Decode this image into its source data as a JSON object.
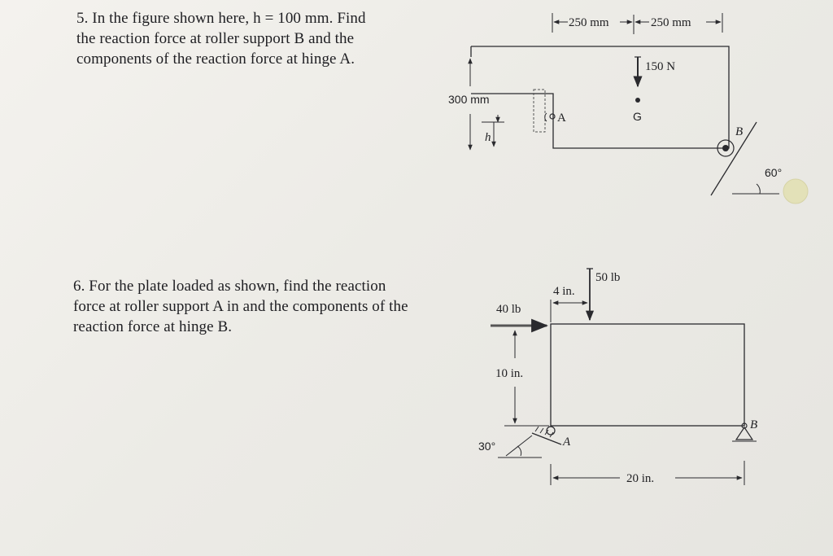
{
  "problem5": {
    "text": "5. In the figure shown here, h = 100 mm. Find\nthe reaction force at roller support B and the\ncomponents of the reaction force at hinge A.",
    "figure": {
      "dim_left": "250 mm",
      "dim_right": "250 mm",
      "load": "150 N",
      "height": "300 mm",
      "h": "h",
      "hinge": "A",
      "center": "G",
      "roller": "B",
      "angle": "60°"
    }
  },
  "problem6": {
    "text": "6. For the plate loaded as shown, find the reaction\nforce at roller support A in and the components of the\nreaction force at hinge B.",
    "figure": {
      "load_top": "50 lb",
      "offset": "4 in.",
      "load_side": "40 lb",
      "height": "10 in.",
      "angle": "30°",
      "roller": "A",
      "hinge": "B",
      "width": "20 in."
    }
  },
  "colors": {
    "ink": "#1e1e22",
    "paper": "#efeeea",
    "sticker": "#e3e1b8"
  }
}
